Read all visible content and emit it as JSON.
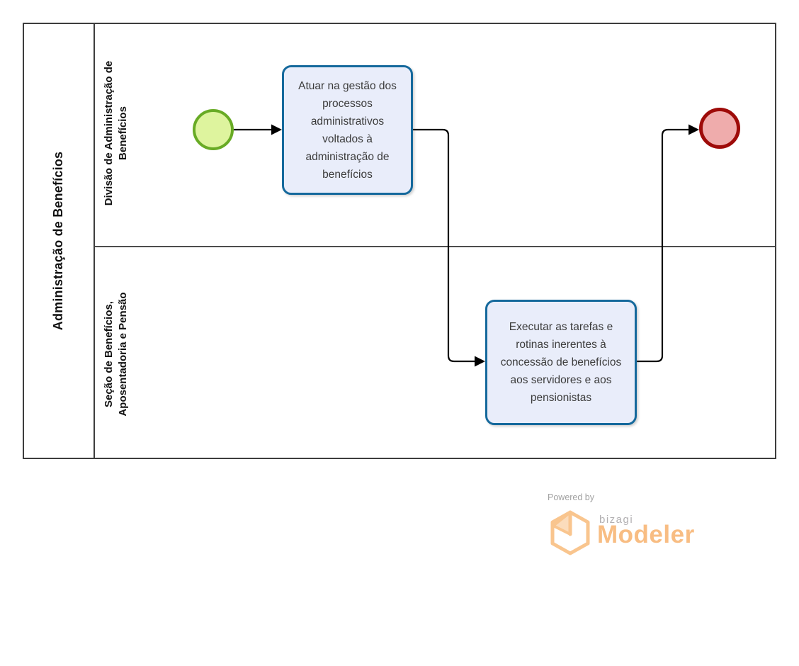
{
  "diagram": {
    "pool": {
      "title": "Administração de Benefícios",
      "lanes": [
        {
          "name_line1": "Divisão de Administração de",
          "name_line2": "Benefícios"
        },
        {
          "name_line1": "Seção de Benefícios,",
          "name_line2": "Aposentadoria e Pensão"
        }
      ]
    },
    "tasks": [
      {
        "label": "Atuar na gestão dos processos administrativos voltados à administração de benefícios"
      },
      {
        "label": "Executar as tarefas e rotinas inerentes à concessão de benefícios aos servidores e aos pensionistas"
      }
    ],
    "events": [
      {
        "type": "start",
        "border_color": "#68ab25",
        "fill_color": "#def49e"
      },
      {
        "type": "end",
        "border_color": "#9e0b09",
        "fill_color": "#efacac"
      }
    ],
    "colors": {
      "task_fill": "#e9edfa",
      "task_border": "#15699c",
      "flow": "#000000",
      "pool_border": "#3d3d3d",
      "lane_divider": "#4d4d4d"
    }
  },
  "branding": {
    "powered_by": "Powered by",
    "brand": "bizagi",
    "product": "Modeler",
    "orange": "#f8bd83",
    "gray": "#a1a1a1"
  }
}
